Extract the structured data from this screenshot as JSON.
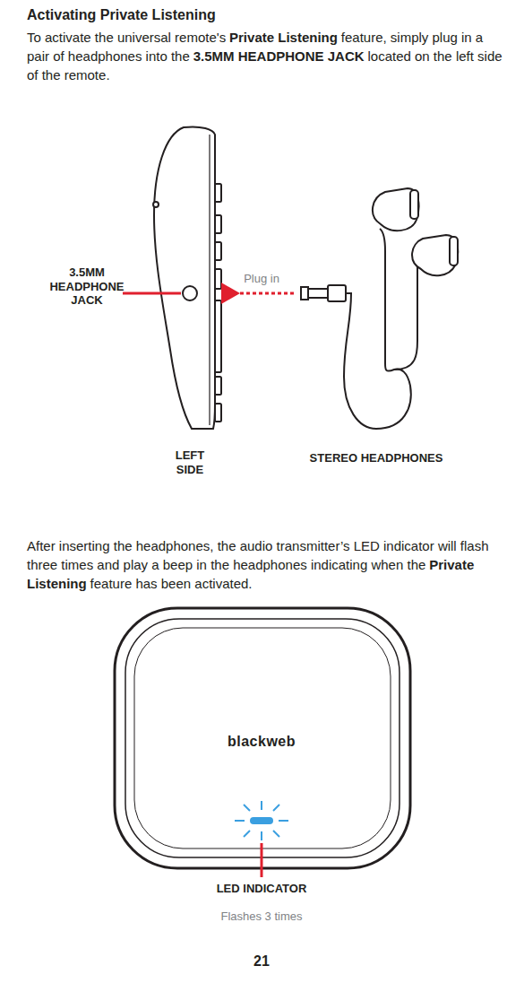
{
  "diagram": {
    "title": "Activating Private Listening",
    "labels": [
      "To activate the universal remote's",
      "Private Listening",
      "feature, simply plug in a pair of headphones into the",
      "3.5MM HEADPHONE JACK",
      "located on the left side of the remote.",
      "3.5MM HEADPHONE JACK",
      "Plug in",
      "LEFT SIDE",
      "STEREO HEADPHONES",
      "After inserting the headphones, the audio transmitter’s LED indicator will flash three times and play a beep in the headphones indicating when the",
      "Private Listening",
      "feature has been activated.",
      "blackweb",
      "LED INDICATOR",
      "Flashes 3 times",
      "21"
    ]
  }
}
